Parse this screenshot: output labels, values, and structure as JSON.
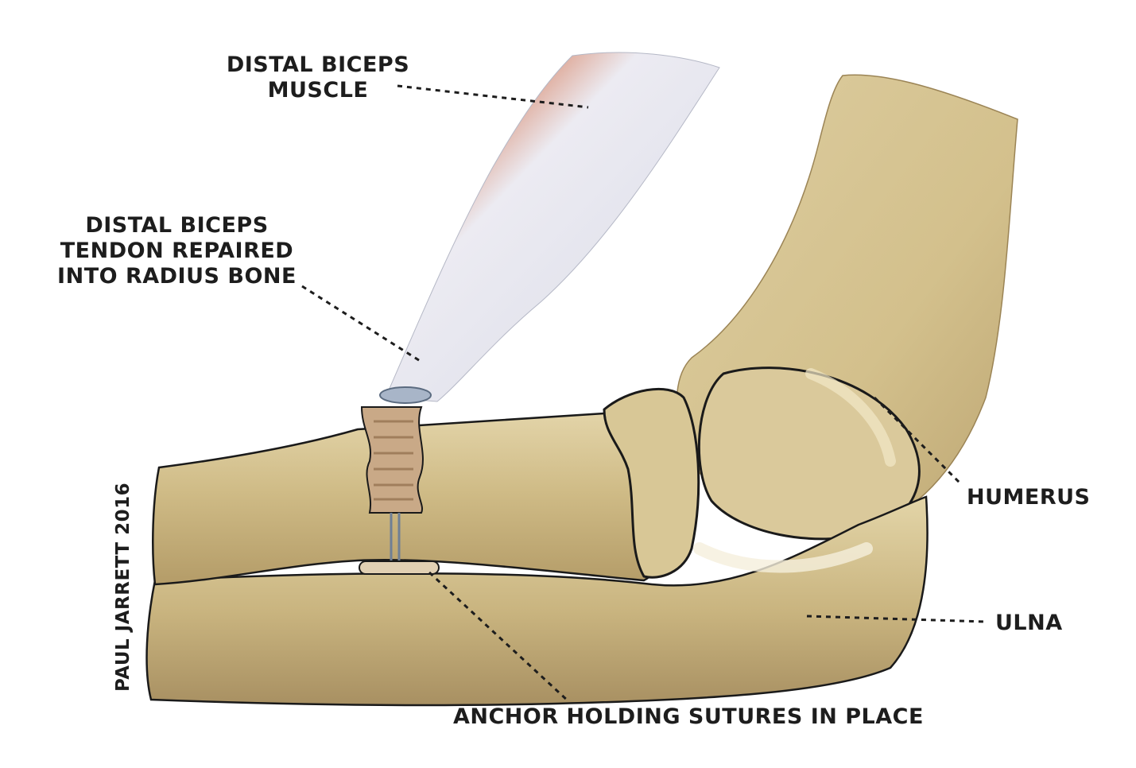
{
  "labels": {
    "muscle": [
      "DISTAL BICEPS",
      "MUSCLE"
    ],
    "tendon": [
      "DISTAL BICEPS",
      "TENDON REPAIRED",
      "INTO RADIUS BONE"
    ],
    "humerus": "HUMERUS",
    "ulna": "ULNA",
    "anchor": "ANCHOR HOLDING SUTURES IN PLACE"
  },
  "credit": "PAUL JARRETT 2016",
  "colors": {
    "bone": "#d9c89a",
    "bone_shadow": "#a48c5c",
    "tendon": "#dde0ea",
    "muscle": "#c8735a",
    "outline": "#1a1a1a",
    "text": "#1d1d1d"
  }
}
